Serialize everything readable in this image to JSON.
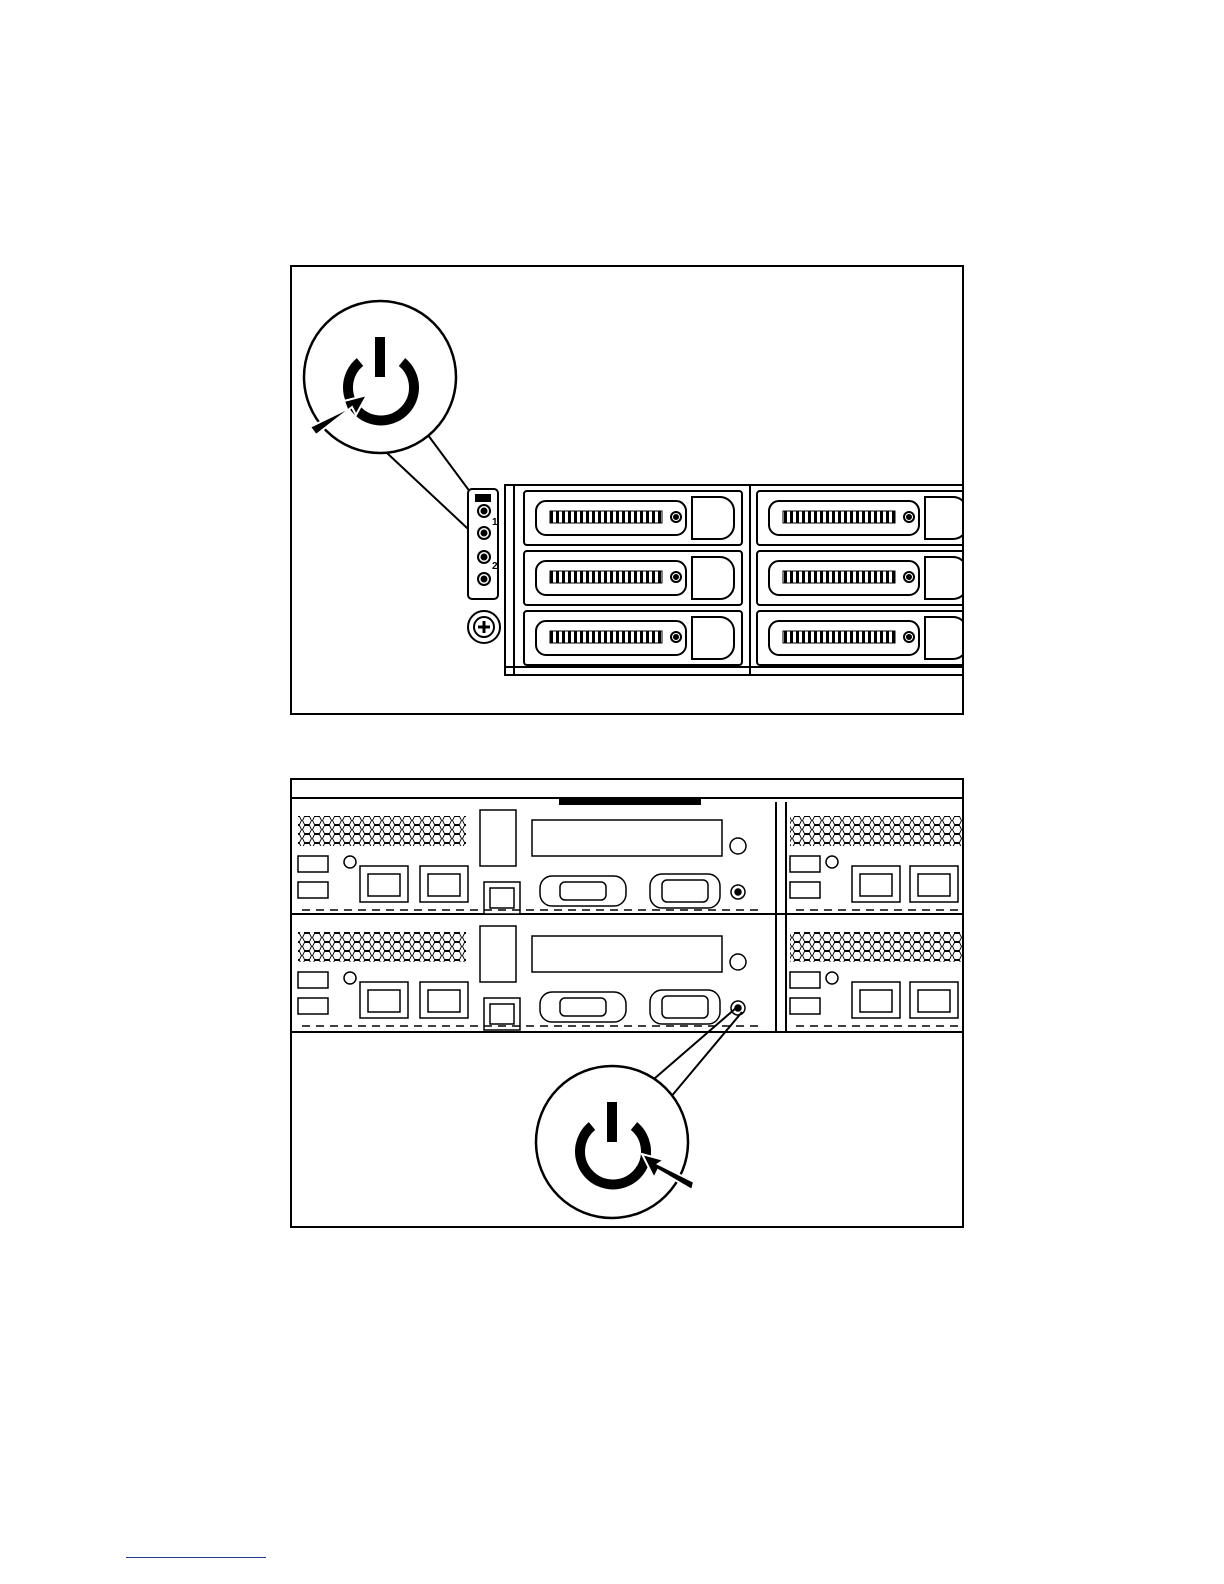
{
  "figures": [
    {
      "id": "front",
      "description_icon": "power-icon",
      "bay_labels": [
        "1",
        "2"
      ]
    },
    {
      "id": "rear",
      "description_icon": "power-icon"
    }
  ],
  "colors": {
    "line": "#000000",
    "background": "#ffffff",
    "footnote_rule": "#1f3a8a"
  }
}
